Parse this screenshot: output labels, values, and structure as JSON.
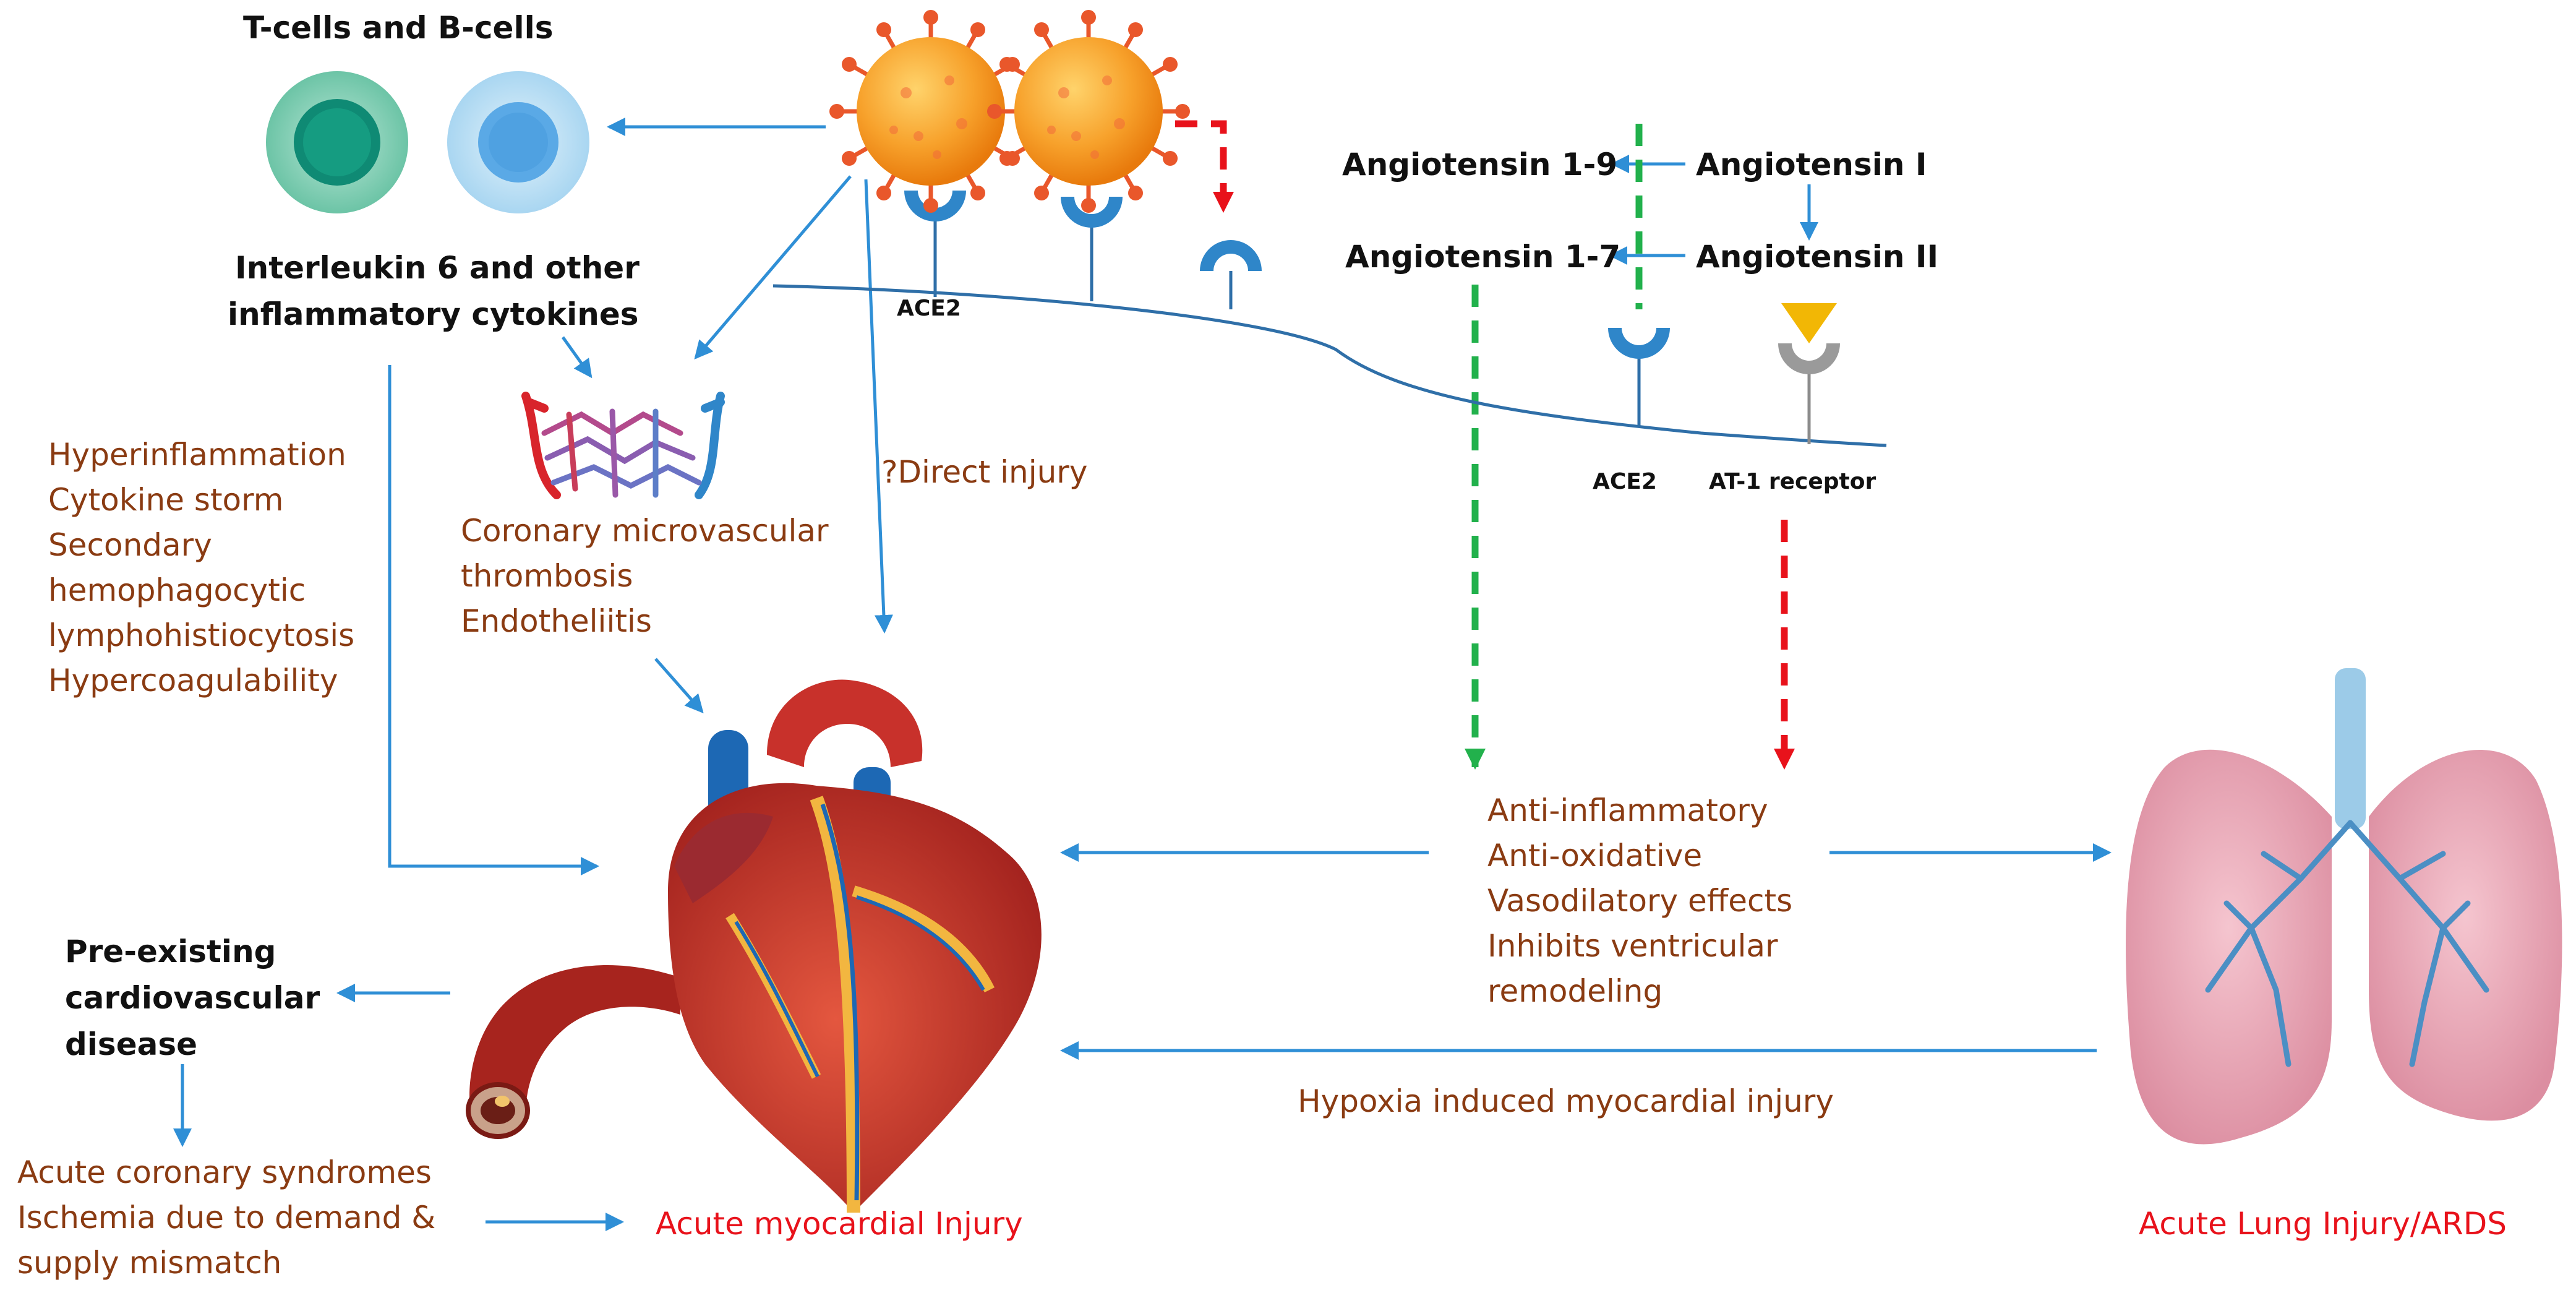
{
  "labels": {
    "tb_cells": "T-cells and B-cells",
    "il6_line1": "Interleukin 6 and other",
    "il6_line2": "inflammatory cytokines",
    "hyper_1": "Hyperinflammation",
    "hyper_2": "Cytokine storm",
    "hyper_3": "Secondary",
    "hyper_4": "hemophagocytic",
    "hyper_5": "lymphohistiocytosis",
    "hyper_6": "Hypercoagulability",
    "coronary_1": "Coronary microvascular",
    "coronary_2": "thrombosis",
    "coronary_3": "Endotheliitis",
    "direct_injury": "?Direct injury",
    "ace2_virus": "ACE2",
    "ace2_membrane": "ACE2",
    "at1": "AT-1 receptor",
    "ang_1_9": "Angiotensin 1-9",
    "ang_i": "Angiotensin I",
    "ang_1_7": "Angiotensin 1-7",
    "ang_ii": "Angiotensin II",
    "effects_1": "Anti-inflammatory",
    "effects_2": "Anti-oxidative",
    "effects_3": "Vasodilatory effects",
    "effects_4": "Inhibits ventricular",
    "effects_5": "remodeling",
    "preexisting_1": "Pre-existing",
    "preexisting_2": "cardiovascular",
    "preexisting_3": "disease",
    "acs_1": "Acute coronary syndromes",
    "acs_2": "Ischemia due to demand &",
    "acs_3": "supply mismatch",
    "acute_myocardial": "Acute myocardial Injury",
    "hypoxia": "Hypoxia induced myocardial injury",
    "acute_lung": "Acute Lung Injury/ARDS"
  },
  "colors": {
    "text_black": "#111111",
    "text_brown": "#8a3b12",
    "text_red": "#e8121b",
    "arrow_blue": "#2f8fd6",
    "dashed_green": "#22b14c",
    "dashed_red": "#e8121b",
    "receptor_blue": "#2f86c9",
    "receptor_grey": "#9a9a9a",
    "angiotensin_yellow": "#f2b705",
    "virus_orange": "#f7931e",
    "heart_red": "#c8312b",
    "lung_pink": "#e8a5b5"
  },
  "icons": [
    "virus-icon",
    "t-cell-icon",
    "b-cell-icon",
    "microvasculature-icon",
    "heart-icon",
    "artery-icon",
    "lungs-icon",
    "ace2-receptor-icon",
    "at1-receptor-icon"
  ]
}
